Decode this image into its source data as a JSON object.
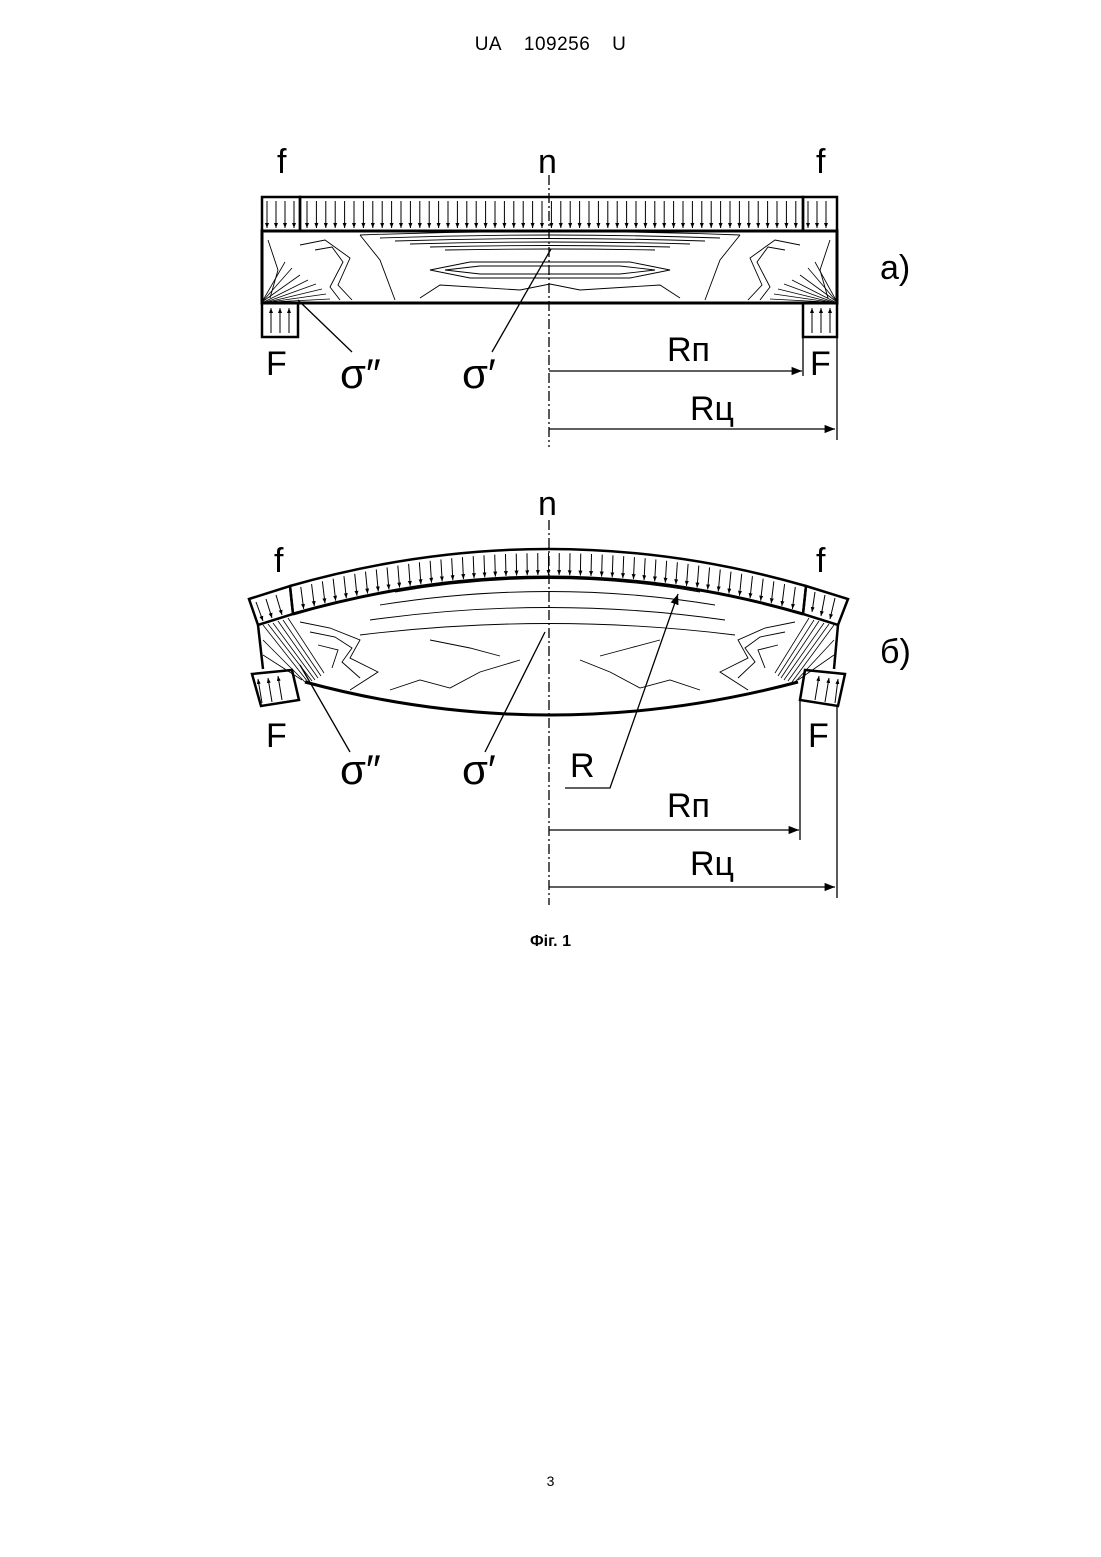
{
  "header": {
    "country": "UA",
    "number": "109256",
    "kind": "U"
  },
  "figure": {
    "caption": "Фіг. 1",
    "panel_a": {
      "label": "а)",
      "force_top_left": "f",
      "force_top_right": "f",
      "axis_label": "n",
      "force_bottom_left": "F",
      "force_bottom_right": "F",
      "stress_edge": "σ″",
      "stress_center": "σ′",
      "radius_punch": "Rп",
      "radius_cylinder": "Rц"
    },
    "panel_b": {
      "label": "б)",
      "force_top_left": "f",
      "force_top_right": "f",
      "axis_label": "n",
      "force_bottom_left": "F",
      "force_bottom_right": "F",
      "stress_edge": "σ″",
      "stress_center": "σ′",
      "radius_curvature": "R",
      "radius_punch": "Rп",
      "radius_cylinder": "Rц"
    }
  },
  "page_number": "3"
}
